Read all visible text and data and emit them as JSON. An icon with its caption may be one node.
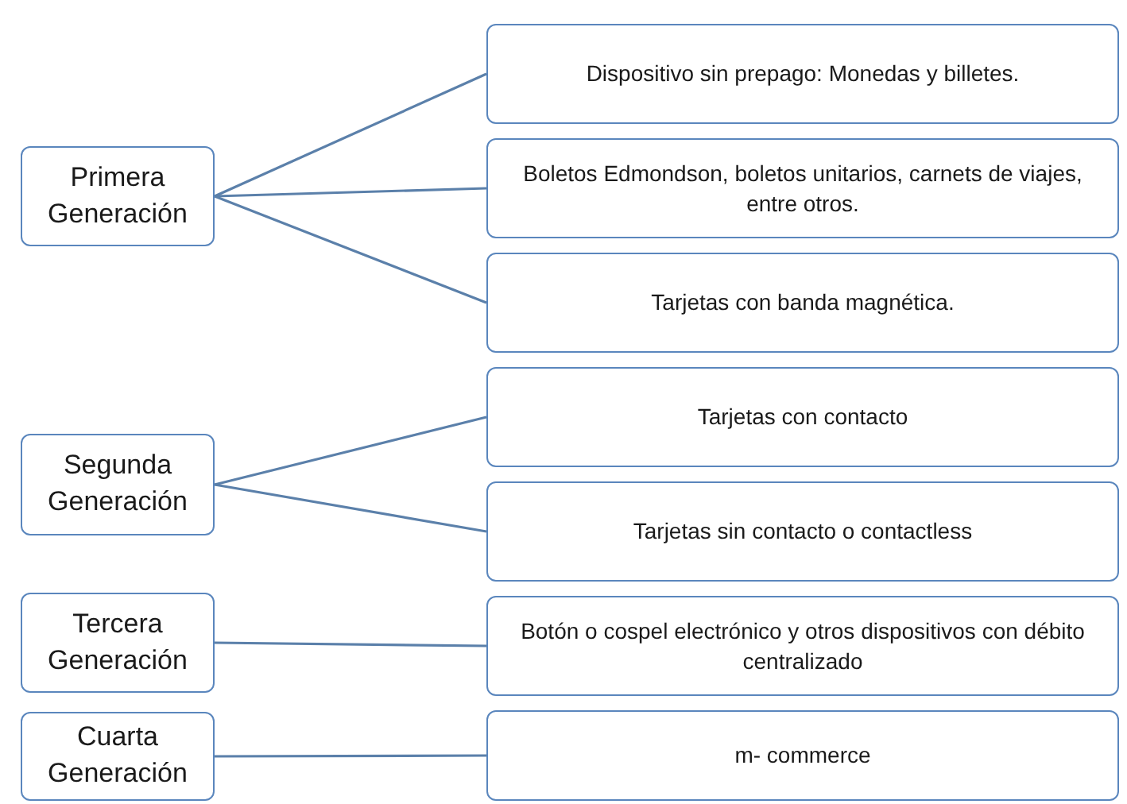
{
  "diagram": {
    "nodes": [
      {
        "text": [
          "Primera Generación"
        ]
      },
      {
        "text": [
          "Dispositivo sin prepago: Monedas y billetes."
        ]
      },
      {
        "text": [
          "Boletos Edmondson, boletos unitarios, carnets de viajes, entre otros."
        ]
      },
      {
        "text": [
          "Tarjetas con banda magnética."
        ]
      },
      {
        "text": [
          "Segunda Generación"
        ]
      },
      {
        "text": [
          "Tarjetas con contacto"
        ]
      },
      {
        "text": [
          "Tarjetas sin contacto o contactless"
        ]
      },
      {
        "text": [
          "Tercera Generación"
        ]
      },
      {
        "text": [
          "Botón o cospel electrónico y otros dispositivos con débito centralizado"
        ]
      },
      {
        "text": [
          "Cuarta Generación"
        ]
      },
      {
        "text": [
          "m- commerce"
        ]
      }
    ],
    "edges": [
      {
        "from": 0,
        "to": 1,
        "arrow": "none"
      },
      {
        "from": 0,
        "to": 2,
        "arrow": "none"
      },
      {
        "from": 0,
        "to": 3,
        "arrow": "none"
      },
      {
        "from": 4,
        "to": 5,
        "arrow": "none"
      },
      {
        "from": 4,
        "to": 6,
        "arrow": "none"
      },
      {
        "from": 7,
        "to": 8,
        "arrow": "none"
      },
      {
        "from": 9,
        "to": 10,
        "arrow": "none"
      }
    ]
  }
}
